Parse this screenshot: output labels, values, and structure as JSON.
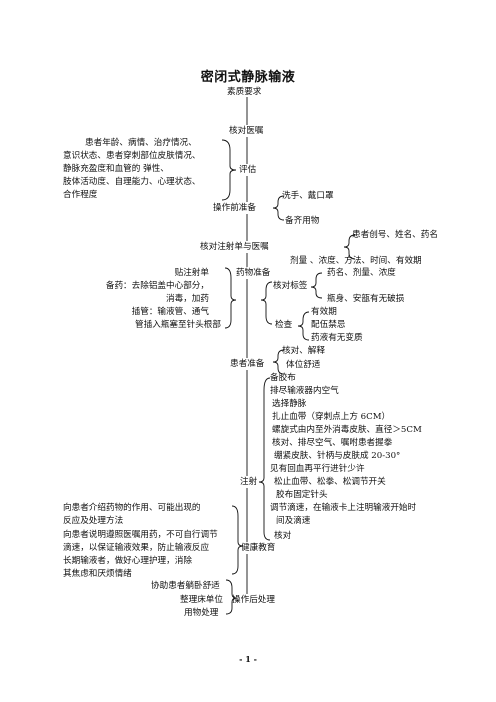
{
  "title": "密闭式静脉输液",
  "page_number": "- 1 -",
  "steps": {
    "quality": "素质要求",
    "check_order": "核对医嘱",
    "evaluate": "评估",
    "prep_op": "操作前准备",
    "check_inj": "核对注射单与医嘱",
    "drug_prep": "药物准备",
    "patient_prep": "患者准备",
    "inject": "注射",
    "health_edu": "健康教育",
    "post_op": "操作后处理"
  },
  "evaluate_left": [
    "患者年龄、病情、治疗情况、",
    "意识状态、患者穿刺部位皮肤情况、",
    "静脉充盈度和血管的  弹性、",
    "肢体活动度、自理能力、心理状态、",
    "合作程度"
  ],
  "prep_op_right": [
    "洗手、戴口罩",
    "备齐用物"
  ],
  "check_inj_right": [
    "患者创号、姓名、药名",
    "剂量  、浓度、方法、时间、有效期"
  ],
  "drug_left": [
    "贴注射单",
    "备药：去除铝盖中心部分，",
    "消毒，加药",
    "插管：输液管、通气",
    "管插入瓶塞至针头根部"
  ],
  "drug_right": {
    "label_check": "核对标签",
    "label_items": [
      "药名、剂量、浓度",
      "瓶身、安瓿有无破损"
    ],
    "inspect": "检查",
    "inspect_items": [
      "有效期",
      "配伍禁忌",
      "药液有无变质"
    ]
  },
  "patient_right": [
    "核对、解释",
    "体位舒适"
  ],
  "inject_right": [
    "备胶布",
    "排尽输液器内空气",
    "选择静脉",
    "扎止血带（穿刺点上方 6CM）",
    "螺旋式由内至外消毒皮肤、直径＞5CM",
    "核对、排尽空气、嘱咐患者握拳",
    "绷紧皮肤、针柄与皮肤成 20-30°",
    "见有回血再平行进针少许",
    "松止血带、松拳、松调节开关",
    "胶布固定针头",
    "调节滴速，在输液卡上注明输液开始时",
    "间及滴速",
    "核对"
  ],
  "health_left": [
    "向患者介绍药物的作用、可能出现的",
    "反应及处理方法",
    "向患者说明遵照医嘱用药，不可自行调节",
    "滴速，以保证输液效果，防止输液反应",
    "长期输液者，做好心理护理，消除",
    "其焦虑和厌烦情绪"
  ],
  "post_left": [
    "协助患者躺卧舒适",
    "整理床单位",
    "用物处理"
  ]
}
